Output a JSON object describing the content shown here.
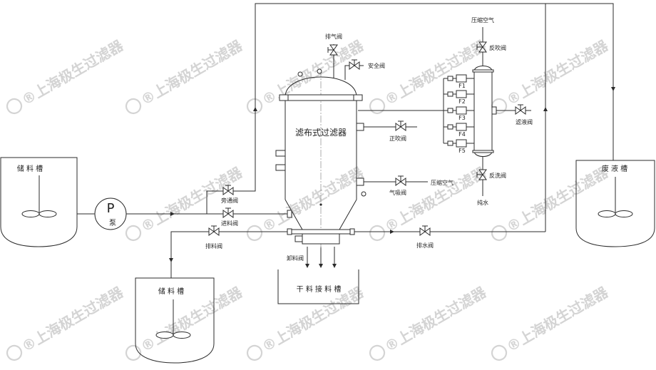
{
  "diagram": {
    "title": "滤布式过滤器",
    "tanks": {
      "feed_tank_top": "储 料 槽",
      "feed_tank_bottom": "储 料 槽",
      "waste_tank": "废 液 槽",
      "dry_trough": "干 料 接 料 槽"
    },
    "pump": {
      "symbol": "P",
      "label": "泵"
    },
    "valves": {
      "bypass": "旁通阀",
      "feed": "进料阀",
      "drain_material": "排料阀",
      "vent": "排气阀",
      "safety": "安全阀",
      "forward_blow": "正吹阀",
      "air_suction": "气吸阀",
      "discharge": "卸料阀",
      "drain_water": "排水阀",
      "back_blow": "反吹阀",
      "filtrate": "滤液阀",
      "backwash": "反洗阀"
    },
    "media": {
      "compressed_air_top": "压缩空气",
      "compressed_air_side": "压缩空气",
      "pure_water": "纯水"
    },
    "filter_ports": [
      "F1",
      "F2",
      "F3",
      "F4",
      "F5"
    ]
  },
  "watermark": {
    "text": "®上海极生过滤器"
  }
}
